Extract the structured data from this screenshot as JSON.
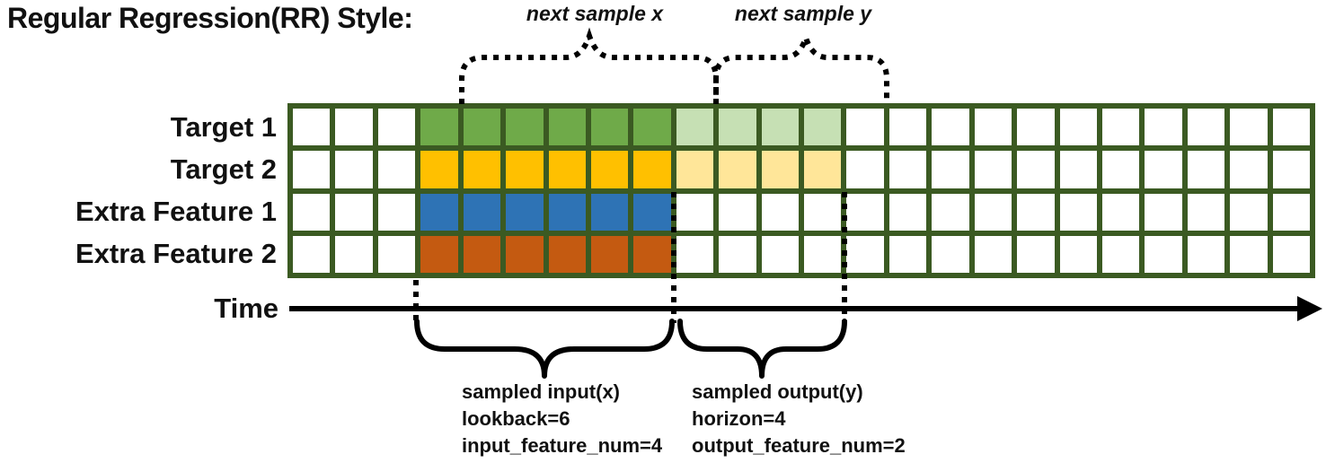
{
  "title": "Regular Regression(RR) Style:",
  "top_annotations": {
    "next_sample_x": "next sample x",
    "next_sample_y": "next sample y"
  },
  "time_axis": {
    "label": "Time"
  },
  "grid": {
    "columns": 24,
    "lead_blank_columns": 3,
    "lookback": 6,
    "horizon": 4,
    "border_color": "#3B5A22",
    "blank_color": "#ffffff",
    "rows": [
      {
        "label": "Target 1",
        "type": "target",
        "input_color": "#6FAA49",
        "output_color": "#C6E0B4"
      },
      {
        "label": "Target 2",
        "type": "target",
        "input_color": "#FFC000",
        "output_color": "#FFE699"
      },
      {
        "label": "Extra Feature 1",
        "type": "extra_feature",
        "input_color": "#2E73B5",
        "output_color": null
      },
      {
        "label": "Extra Feature 2",
        "type": "extra_feature",
        "input_color": "#C45A11",
        "output_color": null
      }
    ]
  },
  "bottom_annotations": {
    "input_lines": [
      "sampled input(x)",
      "lookback=6",
      "input_feature_num=4"
    ],
    "output_lines": [
      "sampled output(y)",
      "horizon=4",
      "output_feature_num=2"
    ]
  },
  "line_color": "#000000"
}
